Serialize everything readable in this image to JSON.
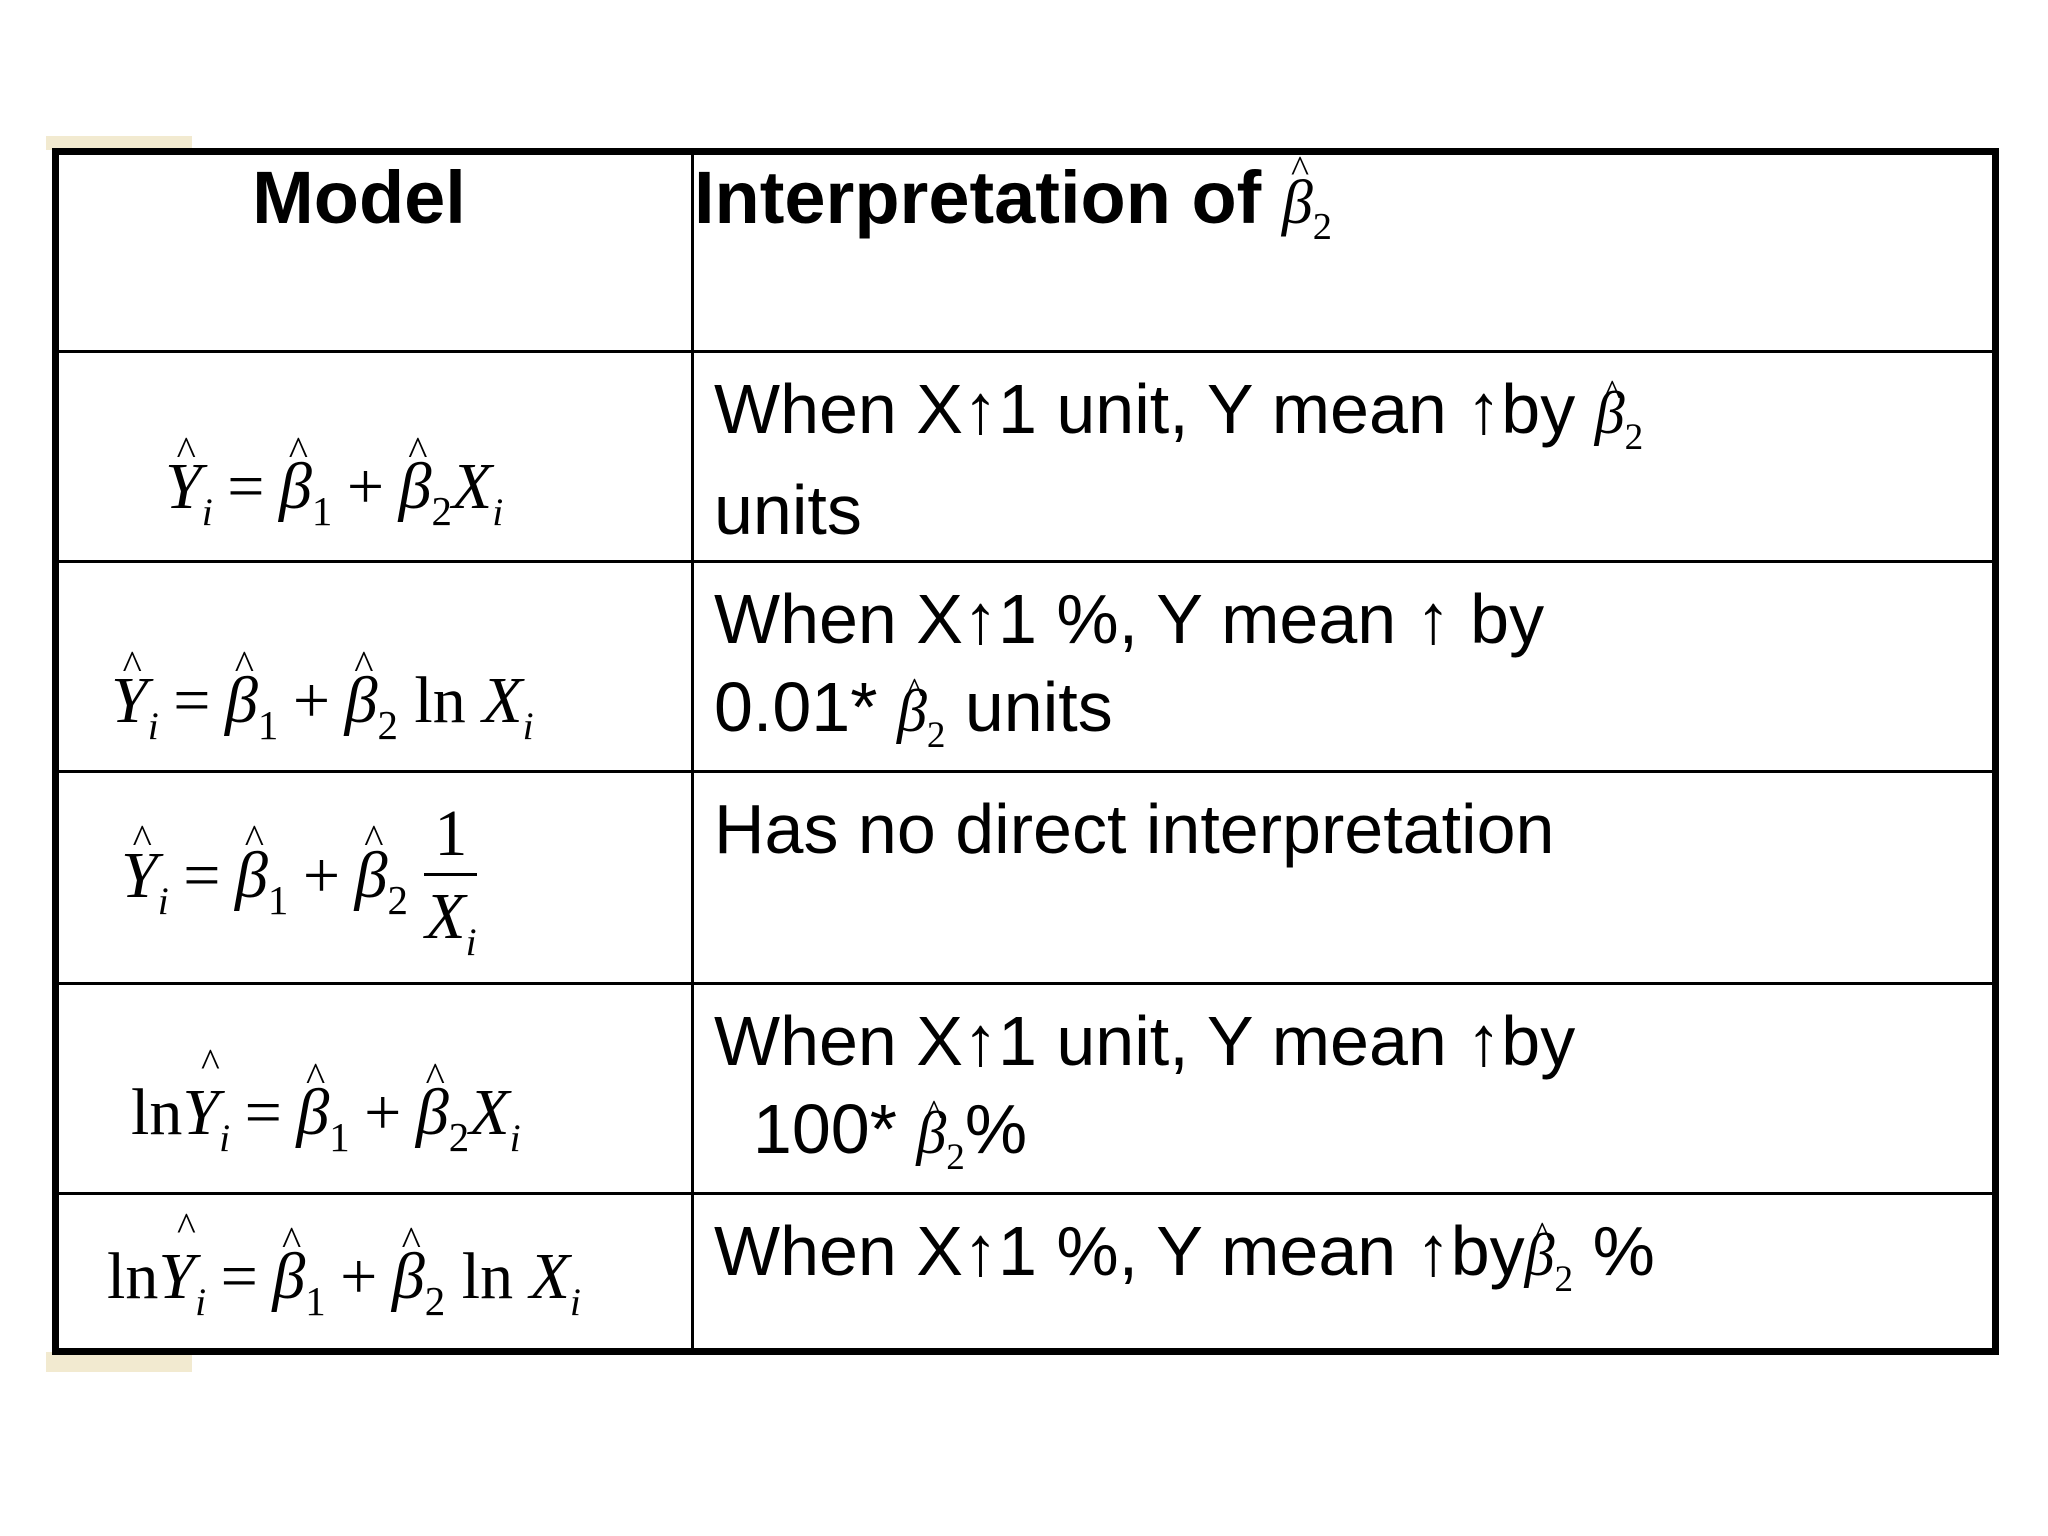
{
  "table": {
    "header": {
      "model": "Model",
      "interpretation_prefix": "Interpretation of",
      "interpretation_symbol": "β̂₂"
    },
    "rows": [
      {
        "model_id": "lin-lin",
        "interp_line1_pre": "When  X",
        "interp_arrow": "↑",
        "interp_line1_mid": "1 unit, Y mean  ",
        "interp_line1_arrow2": "↑",
        "interp_line1_post": "by ",
        "interp_symbol": "β̂₂",
        "interp_line2": "units"
      },
      {
        "model_id": "lin-log",
        "interp_line1_pre": "When  X",
        "interp_arrow": "↑",
        "interp_line1_mid": "1 %, Y mean ",
        "interp_line1_arrow2": "↑",
        "interp_line1_post": " by",
        "interp_line2_pre": "0.01* ",
        "interp_symbol": "β̂₂",
        "interp_line2_post": "  units"
      },
      {
        "model_id": "reciprocal",
        "interp_line1": "Has no direct interpretation"
      },
      {
        "model_id": "log-lin",
        "interp_line1_pre": "When  X",
        "interp_arrow": "↑",
        "interp_line1_mid": "1 unit, Y mean ",
        "interp_line1_arrow2": "↑",
        "interp_line1_post": "by",
        "interp_line2_pre": "  100* ",
        "interp_symbol": "β̂₂",
        "interp_line2_post": "%"
      },
      {
        "model_id": "log-log",
        "interp_line1_pre": "When  X",
        "interp_arrow": "↑",
        "interp_line1_mid": "1 %, Y mean ",
        "interp_line1_arrow2": "↑",
        "interp_line1_post": "by",
        "interp_symbol": "β̂₂",
        "interp_line1_end": "%"
      }
    ],
    "math": {
      "Y": "Y",
      "X": "X",
      "i": "i",
      "beta": "β",
      "one": "1",
      "two": "2",
      "eq": "=",
      "plus": "+",
      "ln": "ln",
      "frac_num": "1",
      "caret": "^"
    }
  }
}
